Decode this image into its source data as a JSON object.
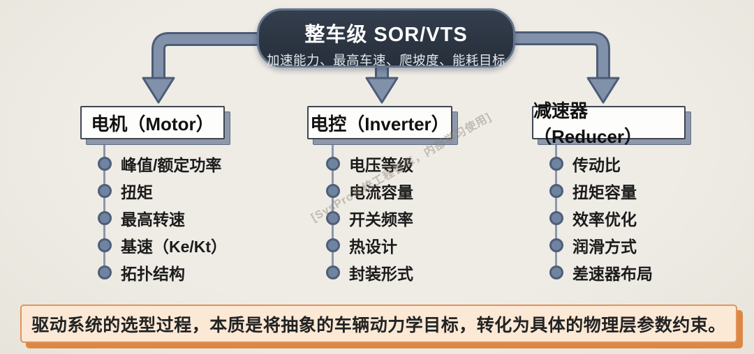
{
  "root_box": {
    "title": "整车级 SOR/VTS",
    "subtitle": "加速能力、最高车速、爬坡度、能耗目标"
  },
  "columns": [
    {
      "header": "电机（Motor）",
      "items": [
        "峰值/额定功率",
        "扭矩",
        "最高转速",
        "基速（Ke/Kt）",
        "拓扑结构"
      ]
    },
    {
      "header": "电控（Inverter）",
      "items": [
        "电压等级",
        "电流容量",
        "开关频率",
        "热设计",
        "封装形式"
      ]
    },
    {
      "header": "减速器（Reducer）",
      "items": [
        "传动比",
        "扭矩容量",
        "效率优化",
        "润滑方式",
        "差速器布局"
      ]
    }
  ],
  "banner": {
    "text": "驱动系统的选型过程，本质是将抽象的车辆动力学目标，转化为具体的物理层参数约束。"
  },
  "watermark": {
    "text": "[SysPro系统工程智库，内部学习使用]"
  },
  "colors": {
    "background": "#edeae3",
    "root_box_bg": "#2c3542",
    "root_box_rim": "#64758e",
    "connector_fill": "#8191aa",
    "connector_outline": "#4d5c76",
    "bullet_dot": "#6f84a0",
    "header_box_bg": "#fdfdfb",
    "header_shadow": "#8d98aa",
    "banner_bg": "#fbe9d6",
    "banner_border": "#e2945a",
    "banner_shadow": "#dc8844",
    "text_dark": "#1b1b1b"
  }
}
